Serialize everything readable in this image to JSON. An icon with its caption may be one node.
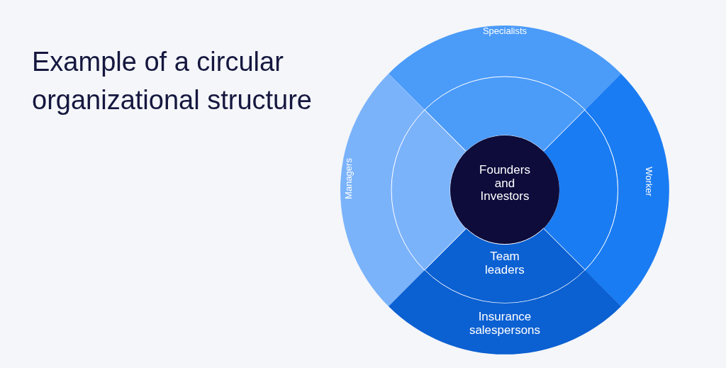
{
  "diagram": {
    "title": "Example of a circular organizational structure",
    "nodes": [
      {
        "text": [
          "Specialists"
        ]
      },
      {
        "text": [
          "Managers"
        ]
      },
      {
        "text": [
          "Worker"
        ]
      },
      {
        "text": [],
        "shape": "sector"
      },
      {
        "text": [],
        "shape": "sector"
      },
      {
        "text": [],
        "shape": "sector"
      },
      {
        "text": [
          "Founders and Investors"
        ]
      },
      {
        "text": [
          "Team leaders"
        ]
      },
      {
        "text": [
          "Insurance salespersons"
        ]
      }
    ]
  }
}
